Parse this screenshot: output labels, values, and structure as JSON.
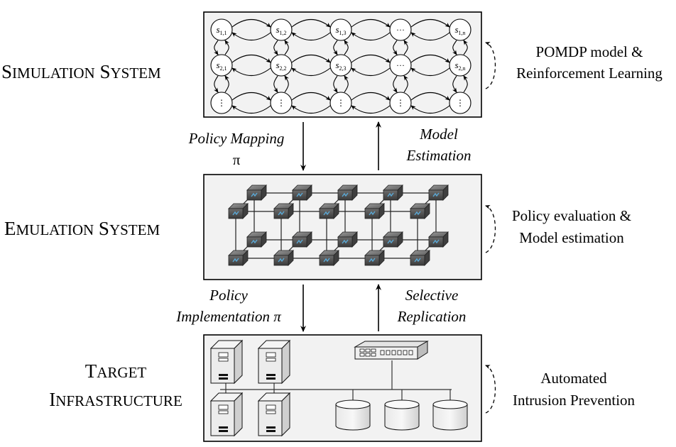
{
  "layers": {
    "simulation": {
      "title_cap": "S",
      "title_rest": "IMULATION",
      "title_cap2": "S",
      "title_rest2": "YSTEM",
      "side_note_line1": "POMDP model &",
      "side_note_line2": "Reinforcement Learning",
      "states_row1": [
        "s",
        "s",
        "s",
        "···",
        "s"
      ],
      "states_row1_sub": [
        "1,1",
        "1,2",
        "1,3",
        "",
        "1,n"
      ],
      "states_row2": [
        "s",
        "s",
        "s",
        "···",
        "s"
      ],
      "states_row2_sub": [
        "2,1",
        "2,2",
        "2,3",
        "",
        "2,n"
      ],
      "states_row3": [
        "⋮",
        "⋮",
        "⋮",
        "⋮",
        "⋮"
      ]
    },
    "emulation": {
      "title_cap": "E",
      "title_rest": "MULATION",
      "title_cap2": "S",
      "title_rest2": "YSTEM",
      "side_note_line1": "Policy evaluation &",
      "side_note_line2": "Model estimation"
    },
    "target": {
      "title_cap": "T",
      "title_rest": "ARGET",
      "title_cap2": "I",
      "title_rest2": "NFRASTRUCTURE",
      "side_note_line1": "Automated",
      "side_note_line2": "Intrusion Prevention"
    }
  },
  "arrows": {
    "policy_mapping_line1": "Policy Mapping",
    "policy_mapping_line2": "π",
    "model_estimation_line1": "Model",
    "model_estimation_line2": "Estimation",
    "policy_implementation_line1": "Policy",
    "policy_implementation_line2": "Implementation π",
    "selective_replication_line1": "Selective",
    "selective_replication_line2": "Replication"
  }
}
